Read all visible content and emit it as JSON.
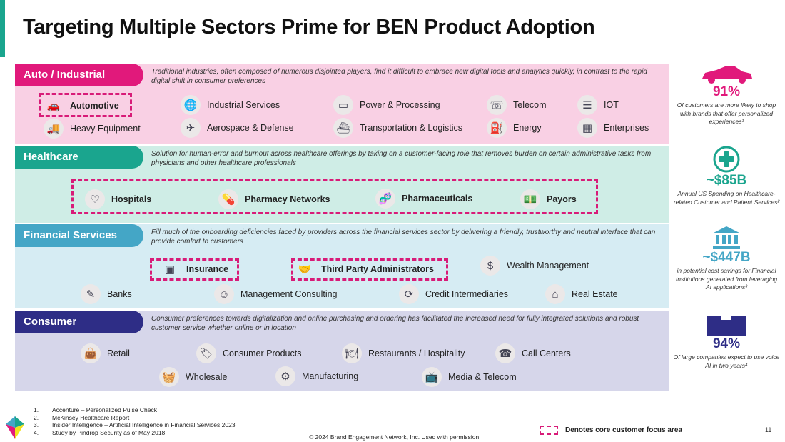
{
  "title": "Targeting Multiple Sectors Prime for BEN Product Adoption",
  "colors": {
    "auto": "#e1197b",
    "healthcare": "#1aa58e",
    "financial": "#44a6c6",
    "consumer": "#2e2d86",
    "focus_border": "#d81b78"
  },
  "sections": {
    "auto": {
      "label": "Auto / Industrial",
      "description": "Traditional industries, often composed of numerous disjointed players, find it difficult to embrace new digital tools and analytics quickly, in contrast to the rapid digital shift in consumer preferences",
      "items": [
        {
          "label": "Automotive",
          "icon": "car-icon",
          "focus": true
        },
        {
          "label": "Heavy Equipment",
          "icon": "truck-icon"
        },
        {
          "label": "Industrial Services",
          "icon": "globe-hands-icon"
        },
        {
          "label": "Aerospace & Defense",
          "icon": "airplane-icon"
        },
        {
          "label": "Power & Processing",
          "icon": "battery-icon"
        },
        {
          "label": "Transportation & Logistics",
          "icon": "ship-icon"
        },
        {
          "label": "Telecom",
          "icon": "phone-icon"
        },
        {
          "label": "Energy",
          "icon": "oil-pump-icon"
        },
        {
          "label": "IOT",
          "icon": "database-icon"
        },
        {
          "label": "Enterprises",
          "icon": "building-icon"
        }
      ]
    },
    "healthcare": {
      "label": "Healthcare",
      "description": "Solution for human-error and burnout across healthcare offerings by taking on a customer-facing role that removes burden on certain administrative tasks from physicians and other healthcare professionals",
      "items": [
        {
          "label": "Hospitals",
          "icon": "heart-medical-icon",
          "focus": true
        },
        {
          "label": "Pharmacy Networks",
          "icon": "pills-icon",
          "focus": true
        },
        {
          "label": "Pharmaceuticals",
          "icon": "dna-icon",
          "focus": true
        },
        {
          "label": "Payors",
          "icon": "money-icon",
          "focus": true
        }
      ]
    },
    "financial": {
      "label": "Financial Services",
      "description": "Fill much of the onboarding deficiencies faced by providers across the financial services sector by delivering a friendly, trustworthy and neutral interface that can provide comfort to customers",
      "items": [
        {
          "label": "Insurance",
          "icon": "safe-icon",
          "focus": true
        },
        {
          "label": "Third Party Administrators",
          "icon": "handshake-icon",
          "focus": true
        },
        {
          "label": "Wealth Management",
          "icon": "money-hands-icon"
        },
        {
          "label": "Banks",
          "icon": "check-icon"
        },
        {
          "label": "Management Consulting",
          "icon": "consulting-icon"
        },
        {
          "label": "Credit Intermediaries",
          "icon": "dollar-cycle-icon"
        },
        {
          "label": "Real Estate",
          "icon": "house-icon"
        }
      ]
    },
    "consumer": {
      "label": "Consumer",
      "description": "Consumer preferences towards digitalization and online purchasing and ordering has facilitated the increased need for fully integrated solutions and robust customer service whether online or in location",
      "items": [
        {
          "label": "Retail",
          "icon": "shopping-bag-icon"
        },
        {
          "label": "Consumer Products",
          "icon": "tag-icon"
        },
        {
          "label": "Restaurants / Hospitality",
          "icon": "waiter-icon"
        },
        {
          "label": "Call Centers",
          "icon": "headset-24h-icon"
        },
        {
          "label": "Wholesale",
          "icon": "basket-icon"
        },
        {
          "label": "Manufacturing",
          "icon": "conveyor-icon"
        },
        {
          "label": "Media & Telecom",
          "icon": "tv-icon"
        }
      ]
    }
  },
  "stats": [
    {
      "value": "91%",
      "text": "Of customers are more likely to shop with brands that offer personalized experiences¹",
      "icon": "sports-car-icon",
      "color": "#e1197b"
    },
    {
      "value": "~$85B",
      "text": "Annual US Spending on Healthcare-related Customer and Patient Services²",
      "icon": "medical-cross-icon",
      "color": "#1aa58e"
    },
    {
      "value": "~$447B",
      "text": "in potential cost savings for Financial Institutions generated from leveraging AI applications³",
      "icon": "bank-icon",
      "color": "#44a6c6"
    },
    {
      "value": "94%",
      "text": "Of large companies expect to use voice AI in two years⁴",
      "icon": "office-buildings-icon",
      "color": "#2e2d86"
    }
  ],
  "footnotes": [
    {
      "num": "1.",
      "text": "Accenture – Personalized Pulse Check"
    },
    {
      "num": "2.",
      "text": "McKinsey Healthcare Report"
    },
    {
      "num": "3.",
      "text": "Insider Intelligence – Artificial Intelligence in Financial Services 2023"
    },
    {
      "num": "4.",
      "text": "Study by Pindrop Security as of May 2018"
    }
  ],
  "copyright": "© 2024 Brand Engagement Network, Inc. Used with permission.",
  "legend": "Denotes core customer focus area",
  "page_number": "11"
}
